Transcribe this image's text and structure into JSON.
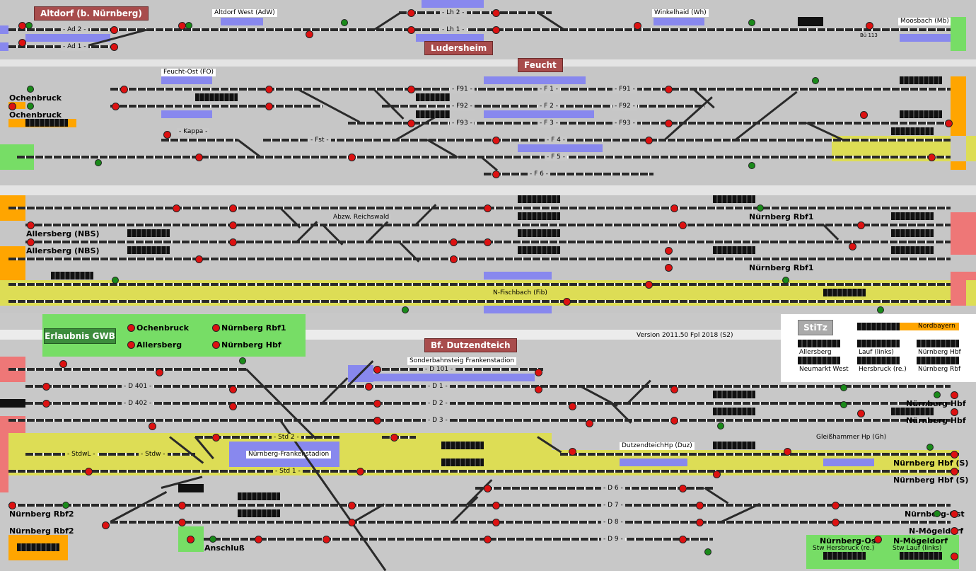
{
  "colors": {
    "station": "#a84c4c",
    "green": "#77dd66",
    "orange": "#ffa500",
    "pink": "#ee7777",
    "yellow": "#dddd55",
    "blue": "#8888ee"
  },
  "stations": {
    "altdorf": "Altdorf (b. Nürnberg)",
    "ludersheim": "Ludersheim",
    "feucht": "Feucht",
    "dutzendteich": "Bf. Dutzendteich"
  },
  "labels": {
    "altdorf_west": "Altdorf West (AdW)",
    "winkelhaid": "Winkelhaid (Wh)",
    "moosbach": "Moosbach (Mb)",
    "feucht_ost": "Feucht-Ost (FO)",
    "kappa": "- Kappa -",
    "fst": "- Fst -",
    "abzw": "Abzw. Reichswald",
    "fischbach": "N-Fischbach (Fib)",
    "version": "Version 2011.50 Fpl 2018 (S2)",
    "sonderbahnsteig": "Sonderbahnsteig Frankenstadion",
    "frankenstadion": "Nürnberg-Frankenstadion",
    "dutzendteich_hp": "DutzendteichHp (Duz)",
    "gleishammer": "Gleißhammer Hp (Gh)",
    "bu": "Bü 113"
  },
  "tracks": {
    "ad2": "- Ad 2 -",
    "ad1": "- Ad 1 -",
    "lh2": "- Lh 2 -",
    "lh1": "- Lh 1 -",
    "f91": "- F91 -",
    "f1": "- F 1 -",
    "f91b": "- F91 -",
    "f92": "- F92 -",
    "f2": "- F 2 -",
    "f92b": "- F92 -",
    "f93": "- F93 -",
    "f3": "- F 3 -",
    "f93b": "- F93 -",
    "f4": "- F 4 -",
    "f5": "- F 5 -",
    "f6": "- F 6 -",
    "d101": "- D 101 -",
    "d401": "- D 401 -",
    "d1": "- D 1 -",
    "d402": "- D 402 -",
    "d2": "- D 2 -",
    "d3": "- D 3 -",
    "std2": "- Std 2 -",
    "stdwl": "- StdwL -",
    "stdw": "- Stdw -",
    "std1": "- Std 1 -",
    "d6": "- D 6 -",
    "d7": "- D 7 -",
    "d8": "- D 8 -",
    "d9": "- D 9 -"
  },
  "endpoints": {
    "ochenbruck1": "Ochenbruck",
    "ochenbruck2": "Ochenbruck",
    "allersberg1": "Allersberg (NBS)",
    "allersberg2": "Allersberg (NBS)",
    "rbf1a": "Nürnberg Rbf1",
    "rbf1b": "Nürnberg Rbf1",
    "hbf1": "Nürnberg Hbf",
    "hbf2": "Nürnberg Hbf",
    "hbfs1": "Nürnberg Hbf (S)",
    "hbfs2": "Nürnberg Hbf (S)",
    "rbf2a": "Nürnberg Rbf2",
    "rbf2b": "Nürnberg Rbf2",
    "nost1": "Nürnberg-Ost",
    "moegel1": "N-Mögeldorf",
    "anschluss": "Anschluß",
    "nost2": "Nürnberg-Ost",
    "moegel2": "N-Mögeldorf",
    "herzbruck": "Stw Hersbruck (re.)",
    "lauf": "Stw Lauf (links)"
  },
  "gwb": {
    "title": "Erlaubnis GWB",
    "items": [
      "Ochenbruck",
      "Nürnberg Rbf1",
      "Allersberg",
      "Nürnberg Hbf"
    ]
  },
  "stitz": {
    "title": "StiTz",
    "nordbayern": "Nordbayern",
    "items": [
      "Allersberg",
      "Lauf (links)",
      "Nürnberg Hbf",
      "Neumarkt West",
      "Hersbruck (re.)",
      "Nürnberg Rbf"
    ]
  }
}
